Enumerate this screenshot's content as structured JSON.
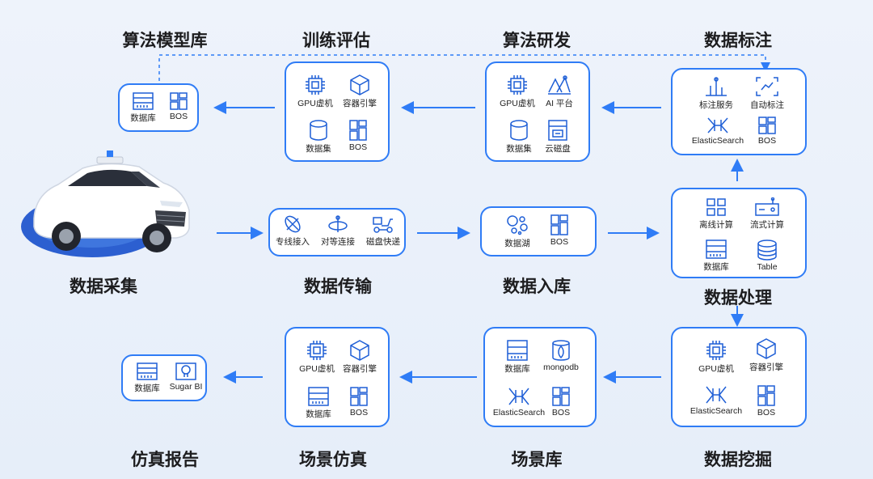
{
  "stages": {
    "model_repo": {
      "title": "算法模型库",
      "items": [
        {
          "label": "数据库",
          "icon": "database-rack-icon"
        },
        {
          "label": "BOS",
          "icon": "bos-blocks-icon"
        }
      ]
    },
    "training": {
      "title": "训练评估",
      "items": [
        {
          "label": "GPU虚机",
          "icon": "gpu-chip-icon"
        },
        {
          "label": "容器引擎",
          "icon": "container-cube-icon"
        },
        {
          "label": "数据集",
          "icon": "dataset-cylinder-icon"
        },
        {
          "label": "BOS",
          "icon": "bos-blocks-icon"
        }
      ]
    },
    "algo_dev": {
      "title": "算法研发",
      "items": [
        {
          "label": "GPU虚机",
          "icon": "gpu-chip-icon"
        },
        {
          "label": "AI 平台",
          "icon": "ai-platform-icon"
        },
        {
          "label": "数据集",
          "icon": "dataset-cylinder-icon"
        },
        {
          "label": "云磁盘",
          "icon": "cloud-disk-icon"
        }
      ]
    },
    "labeling": {
      "title": "数据标注",
      "items": [
        {
          "label": "标注服务",
          "icon": "label-service-icon"
        },
        {
          "label": "自动标注",
          "icon": "auto-label-icon"
        },
        {
          "label": "ElasticSearch",
          "icon": "elasticsearch-icon"
        },
        {
          "label": "BOS",
          "icon": "bos-blocks-icon"
        }
      ]
    },
    "collection": {
      "title": "数据采集"
    },
    "transfer": {
      "title": "数据传输",
      "items": [
        {
          "label": "专线接入",
          "icon": "satellite-icon"
        },
        {
          "label": "对等连接",
          "icon": "peer-connect-icon"
        },
        {
          "label": "磁盘快递",
          "icon": "scooter-icon"
        }
      ]
    },
    "ingest": {
      "title": "数据入库",
      "items": [
        {
          "label": "数据湖",
          "icon": "data-lake-icon"
        },
        {
          "label": "BOS",
          "icon": "bos-blocks-icon"
        }
      ]
    },
    "processing": {
      "title": "数据处理",
      "items": [
        {
          "label": "离线计算",
          "icon": "offline-compute-icon"
        },
        {
          "label": "流式计算",
          "icon": "stream-compute-icon"
        },
        {
          "label": "数据库",
          "icon": "database-rack-icon"
        },
        {
          "label": "Table",
          "icon": "table-stack-icon"
        }
      ]
    },
    "report": {
      "title": "仿真报告",
      "items": [
        {
          "label": "数据库",
          "icon": "database-rack-icon"
        },
        {
          "label": "Sugar BI",
          "icon": "sugar-bi-icon"
        }
      ]
    },
    "simulation": {
      "title": "场景仿真",
      "items": [
        {
          "label": "GPU虚机",
          "icon": "gpu-chip-icon"
        },
        {
          "label": "容器引擎",
          "icon": "container-cube-icon"
        },
        {
          "label": "数据库",
          "icon": "database-rack-icon"
        },
        {
          "label": "BOS",
          "icon": "bos-blocks-icon"
        }
      ]
    },
    "scene_repo": {
      "title": "场景库",
      "items": [
        {
          "label": "数据库",
          "icon": "database-rack-icon"
        },
        {
          "label": "mongodb",
          "icon": "mongodb-leaf-icon"
        },
        {
          "label": "ElasticSearch",
          "icon": "elasticsearch-icon"
        },
        {
          "label": "BOS",
          "icon": "bos-blocks-icon"
        }
      ]
    },
    "mining": {
      "title": "数据挖掘",
      "items": [
        {
          "label": "GPU虚机",
          "icon": "gpu-chip-icon"
        },
        {
          "label": "容器引擎",
          "icon": "container-cube-icon"
        },
        {
          "label": "ElasticSearch",
          "icon": "elasticsearch-icon"
        },
        {
          "label": "BOS",
          "icon": "bos-blocks-icon"
        }
      ]
    }
  },
  "colors": {
    "accent": "#2f7cf6",
    "icon": "#1f5fd6",
    "text": "#1d1d1f",
    "car_base": "#2c5fd0"
  }
}
